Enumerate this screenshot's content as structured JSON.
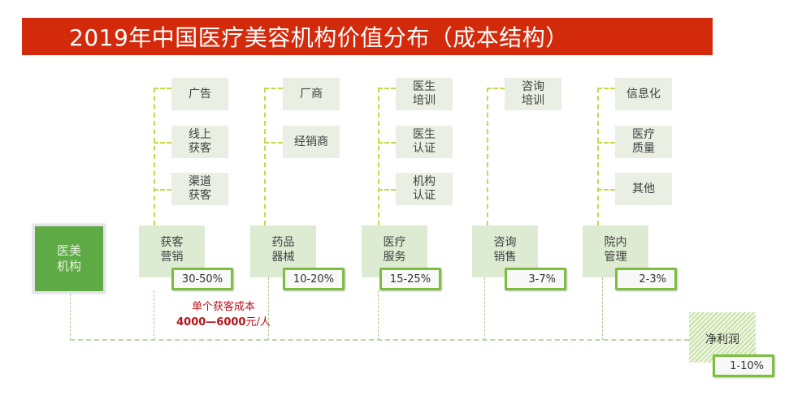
{
  "title": "2019年中国医疗美容机构价值分布（成本结构）",
  "root": {
    "label_line1": "医美",
    "label_line2": "机构"
  },
  "categories": [
    {
      "name_line1": "获客",
      "name_line2": "营销",
      "share": "30-50%",
      "items": [
        {
          "line1": "广告",
          "line2": ""
        },
        {
          "line1": "线上",
          "line2": "获客"
        },
        {
          "line1": "渠道",
          "line2": "获客"
        }
      ]
    },
    {
      "name_line1": "药品",
      "name_line2": "器械",
      "share": "10-20%",
      "items": [
        {
          "line1": "厂商",
          "line2": ""
        },
        {
          "line1": "经销商",
          "line2": ""
        }
      ]
    },
    {
      "name_line1": "医疗",
      "name_line2": "服务",
      "share": "15-25%",
      "items": [
        {
          "line1": "医生",
          "line2": "培训"
        },
        {
          "line1": "医生",
          "line2": "认证"
        },
        {
          "line1": "机构",
          "line2": "认证"
        }
      ]
    },
    {
      "name_line1": "咨询",
      "name_line2": "销售",
      "share": "3-7%",
      "items": [
        {
          "line1": "咨询",
          "line2": "培训"
        }
      ]
    },
    {
      "name_line1": "院内",
      "name_line2": "管理",
      "share": "2-3%",
      "items": [
        {
          "line1": "信息化",
          "line2": ""
        },
        {
          "line1": "医疗",
          "line2": "质量"
        },
        {
          "line1": "其他",
          "line2": ""
        }
      ]
    }
  ],
  "profit": {
    "label": "净利润",
    "share": "1-10%"
  },
  "note": {
    "line1": "单个获客成本",
    "line2_bold": "4000—6000",
    "line2_unit": "元/人"
  },
  "colors": {
    "title_bg": "#d42a0c",
    "root_bg": "#5eab45",
    "pct_border": "#7cbf3f",
    "note_text": "#b8121b",
    "connector": "#c9d64a"
  }
}
